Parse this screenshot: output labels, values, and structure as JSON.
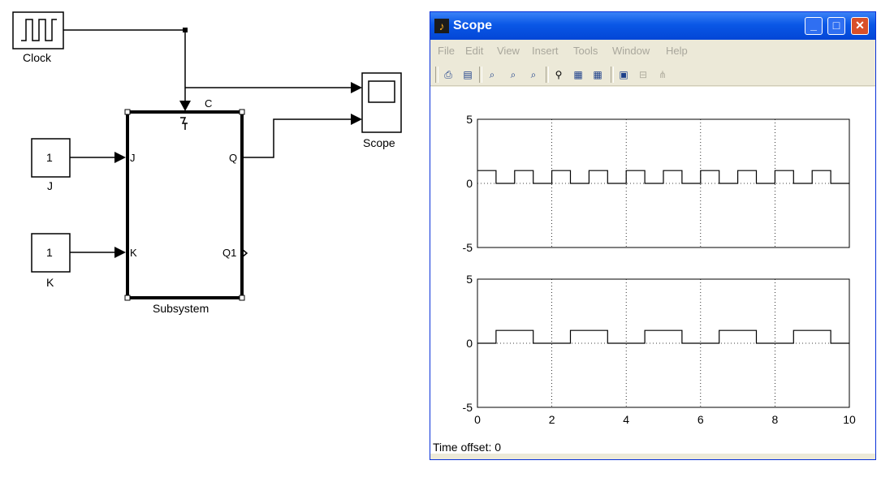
{
  "diagram": {
    "clock_label": "Clock",
    "j_value": "1",
    "j_label": "J",
    "k_value": "1",
    "k_label": "K",
    "subsystem_label": "Subsystem",
    "ports": {
      "c": "C",
      "j": "J",
      "k": "K",
      "q": "Q",
      "q1": "Q1"
    },
    "scope_label": "Scope"
  },
  "scope_window": {
    "title": "Scope",
    "menu": [
      "File",
      "Edit",
      "View",
      "Insert",
      "Tools",
      "Window",
      "Help"
    ],
    "toolbar_icons": [
      "print-icon",
      "page-setup-icon",
      "zoom-icon",
      "zoom-x-icon",
      "zoom-y-icon",
      "autoscale-icon",
      "save-axes-icon",
      "restore-axes-icon",
      "parameters-icon",
      "lock-axes-icon",
      "signal-selection-icon"
    ],
    "time_offset_label": "Time offset:",
    "time_offset_value": "0"
  },
  "chart_data": [
    {
      "type": "line",
      "xlim": [
        0,
        10
      ],
      "ylim": [
        -5,
        5
      ],
      "yticks": [
        "5",
        "0",
        "-5"
      ],
      "grid": true,
      "x": [
        0,
        0.5,
        0.5,
        1,
        1,
        1.5,
        1.5,
        2,
        2,
        2.5,
        2.5,
        3,
        3,
        3.5,
        3.5,
        4,
        4,
        4.5,
        4.5,
        5,
        5,
        5.5,
        5.5,
        6,
        6,
        6.5,
        6.5,
        7,
        7,
        7.5,
        7.5,
        8,
        8,
        8.5,
        8.5,
        9,
        9,
        9.5,
        9.5,
        10
      ],
      "y": [
        1,
        1,
        0,
        0,
        1,
        1,
        0,
        0,
        1,
        1,
        0,
        0,
        1,
        1,
        0,
        0,
        1,
        1,
        0,
        0,
        1,
        1,
        0,
        0,
        1,
        1,
        0,
        0,
        1,
        1,
        0,
        0,
        1,
        1,
        0,
        0,
        1,
        1,
        0,
        0
      ]
    },
    {
      "type": "line",
      "xlim": [
        0,
        10
      ],
      "ylim": [
        -5,
        5
      ],
      "yticks": [
        "5",
        "0",
        "-5"
      ],
      "xticks": [
        "0",
        "2",
        "4",
        "6",
        "8",
        "10"
      ],
      "grid": true,
      "x": [
        0,
        0.5,
        0.5,
        1.5,
        1.5,
        2.5,
        2.5,
        3.5,
        3.5,
        4.5,
        4.5,
        5.5,
        5.5,
        6.5,
        6.5,
        7.5,
        7.5,
        8.5,
        8.5,
        9.5,
        9.5,
        10
      ],
      "y": [
        0,
        0,
        1,
        1,
        0,
        0,
        1,
        1,
        0,
        0,
        1,
        1,
        0,
        0,
        1,
        1,
        0,
        0,
        1,
        1,
        0,
        0
      ]
    }
  ]
}
